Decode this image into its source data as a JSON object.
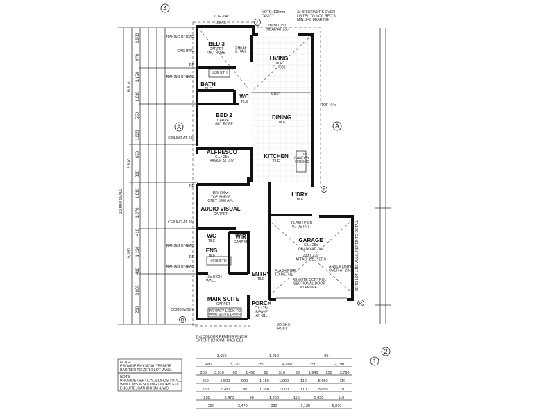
{
  "rooms": [
    {
      "id": "bed3",
      "name": "BED 3",
      "sub": [
        "CARPET",
        "INC. ROBE"
      ]
    },
    {
      "id": "bath",
      "name": "BATH",
      "sub": [
        "TILE"
      ]
    },
    {
      "id": "wc1",
      "name": "WC",
      "sub": [
        "TILE"
      ]
    },
    {
      "id": "bed2",
      "name": "BED 2",
      "sub": [
        "CARPET",
        "INC. ROBE"
      ]
    },
    {
      "id": "alfresco",
      "name": "ALFRESCO",
      "sub": [
        "C.L.: 25c",
        "B/PAVE AT -01c"
      ]
    },
    {
      "id": "living",
      "name": "LIVING",
      "sub": [
        "TILE",
        "FL: -020"
      ]
    },
    {
      "id": "dining",
      "name": "DINING",
      "sub": [
        "TILE"
      ]
    },
    {
      "id": "kitchen",
      "name": "KITCHEN",
      "sub": [
        "TILE"
      ]
    },
    {
      "id": "audio",
      "name": "AUDIO VISUAL",
      "sub": [
        "CARPET"
      ]
    },
    {
      "id": "wc2",
      "name": "WC",
      "sub": [
        "TILE"
      ]
    },
    {
      "id": "ens",
      "name": "ENS",
      "sub": [
        "TILE"
      ]
    },
    {
      "id": "wir",
      "name": "WIR",
      "sub": [
        "CARPET"
      ]
    },
    {
      "id": "main",
      "name": "MAIN SUITE",
      "sub": [
        "CARPET"
      ]
    },
    {
      "id": "entry",
      "name": "ENTRY",
      "sub": [
        "TILE"
      ]
    },
    {
      "id": "porch",
      "name": "PORCH",
      "sub": [
        "C.L.: 25c",
        "B/PAVE",
        "AT -01c"
      ]
    },
    {
      "id": "ldry",
      "name": "L'DRY",
      "sub": [
        "TILE"
      ]
    },
    {
      "id": "garage",
      "name": "GARAGE",
      "sub": [
        "C.L.: 25c",
        "GRANO AT -04c"
      ]
    }
  ],
  "annotations": {
    "tof_top": "TOF -04c",
    "tof_right": "TOF -04c",
    "note_cavity": [
      "NOTE: 110mm",
      "CAVITY"
    ],
    "note_brick": [
      "3c BRICKWORK OVER",
      "LINTEL TO NCC REQ'S.",
      "MIN. 240 BEARING"
    ],
    "head": [
      "2B/3X10.SD",
      "HEAD AT 23c"
    ],
    "step": "STEP",
    "bath_tub": "1525 BTH",
    "ens_tub": "#675 BTH",
    "shelf_rail": [
      "SHELF",
      "& RAIL"
    ],
    "privacy": [
      "PRIVACY LOCK TO",
      "MAIN SUITE DOOR"
    ],
    "br_shelf": [
      "BR: 600w",
      "TOP SHELF",
      "ONLY 1800 AFL"
    ],
    "flash_pier_1": [
      "FLASH PIER",
      "TO DETAIL"
    ],
    "flash_pier_2": [
      "FLASH PIER",
      "TO DETAIL"
    ],
    "attached_piers": [
      "230 x 120",
      "ATTACHED PIERS"
    ],
    "angle_lintel": [
      "ANGLE LINTEL",
      "OVER AT 23c"
    ],
    "remote": [
      "REMOTE CONTROL",
      "SECTIONAL DOOR",
      "W/ PELMET"
    ],
    "zero_lot": "ZERO LOT LINE WALL, REFER TO DETAIL",
    "render": [
      "2nd COLOUR RENDER FINISH",
      "EXTENT (SHOWN DASHED)"
    ],
    "post": [
      "90 SHS",
      "POST"
    ],
    "wall_10c": [
      "10c HIGH",
      "WALL"
    ],
    "canopy": [
      "UBO",
      "CANOPY",
      "R/HOOD"
    ],
    "left_labels": [
      "RAKING B'HEAD",
      "GAS HWU",
      "DP",
      "RAKING B'HEAD",
      "CEILING AT 26c",
      "DP",
      "CEILING AT 26c",
      "RAKING B'HEAD",
      "DP",
      "RAKING B'HEAD",
      "COMB M/BOX"
    ],
    "window_16x75": "16x7.5",
    "markers": {
      "section_a": "A",
      "grid_4": "4",
      "grid_1": "1",
      "grid_2": "2",
      "z": "Z",
      "r": "R"
    }
  },
  "overall_dims": {
    "total": "20,990 O/ALL",
    "upper": "8,510",
    "middle": "2,530",
    "lower": "9,950"
  },
  "left_dims": [
    "3,930",
    "970",
    "1,150",
    "1,610",
    "550",
    "1,820",
    "650",
    "830",
    "1,610",
    "1,070",
    "410",
    "1,150",
    "410",
    "3,830",
    "230"
  ],
  "notes": [
    [
      "NOTE:",
      "PROVIDE PHYSICAL TERMITE",
      "BARRIER TO ZERO LOT WALL."
    ],
    [
      "NOTE:",
      "PROVIDE VERTICAL BLINDS TO ALL",
      "WINDOWS & SLIDING DOORS EXCL.",
      "ENSUITE, BATHROOM & WC."
    ]
  ],
  "bottom_dims": [
    [
      "3,650",
      "1,210",
      "90"
    ],
    [
      "480",
      "3,120",
      "250",
      "4,050",
      "250",
      "2,790"
    ],
    [
      "250",
      "3,510",
      "90",
      "1,420",
      "90",
      "510",
      "90",
      "1,940",
      "250",
      "2,790"
    ],
    [
      "250",
      "1,500",
      "900",
      "1,150",
      "1,000",
      "110",
      "5,650",
      "110"
    ],
    [
      "250",
      "2,280",
      "90",
      "1,350",
      "1,000",
      "110",
      "5,650",
      "110"
    ],
    [
      "250",
      "3,470",
      "90",
      "1,260",
      "110",
      "5,650",
      "110"
    ],
    [
      "250",
      "3,470",
      "230",
      "1,120",
      "5,870"
    ]
  ]
}
